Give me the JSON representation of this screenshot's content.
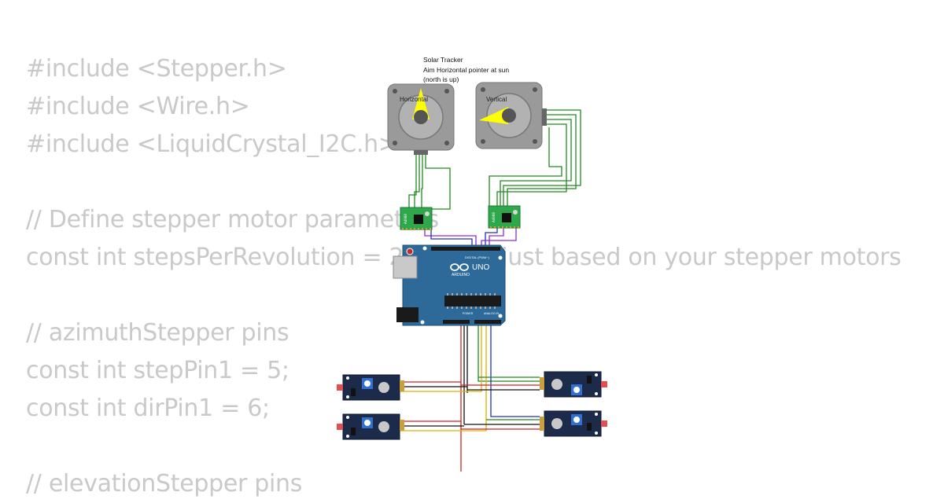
{
  "code_lines": [
    "#include <Stepper.h>",
    "#include <Wire.h>",
    "#include <LiquidCrystal_I2C.h>",
    "",
    "// Define stepper motor parameters",
    "const int stepsPerRevolution = 200; // Adjust based on your stepper motors",
    "",
    "// azimuthStepper pins",
    "const int stepPin1 = 5;",
    "const int dirPin1 = 6;",
    "",
    "// elevationStepper pins"
  ],
  "note": {
    "line1": "Solar Tracker",
    "line2": "Aim Horizontal pointer at sun",
    "line3": "(north is up)"
  },
  "motors": {
    "horizontal_label": "Horizontal",
    "vertical_label": "Vertical"
  },
  "driver_label": "A4988",
  "arduino": {
    "brand": "ARDUINO",
    "model": "UNO",
    "digital_label": "DIGITAL (PWM~)",
    "power_label": "POWER",
    "analog_label": "ANALOG IN"
  },
  "colors": {
    "code_text": "#c9c9c9",
    "pointer": "#ffff00",
    "board": "#2d6a9a",
    "driver": "#2ea84a",
    "wire_green": "#1f8a1f",
    "wire_red": "#d42020",
    "wire_black": "#111111",
    "wire_yellow": "#e0b000",
    "wire_blue": "#2030c0",
    "wire_purple": "#8a2be2"
  }
}
